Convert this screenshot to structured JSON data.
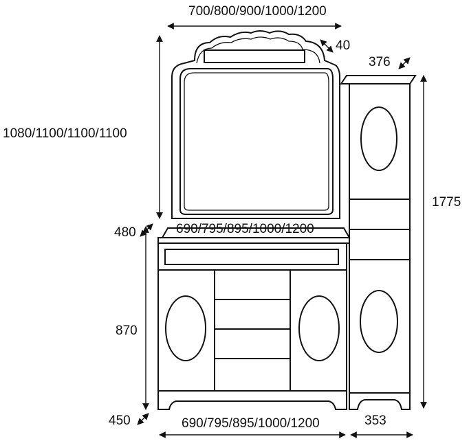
{
  "dimensions": {
    "mirror_width": "700/800/900/1000/1200",
    "mirror_height": "1080/1100/1100/1100",
    "mirror_depth": "40",
    "cabinet_depth": "376",
    "cabinet_height": "1775",
    "top_depth": "480",
    "top_width": "690/795/895/1000/1200",
    "base_height": "870",
    "base_depth": "450",
    "base_width": "690/795/895/1000/1200",
    "cabinet_width": "353"
  }
}
